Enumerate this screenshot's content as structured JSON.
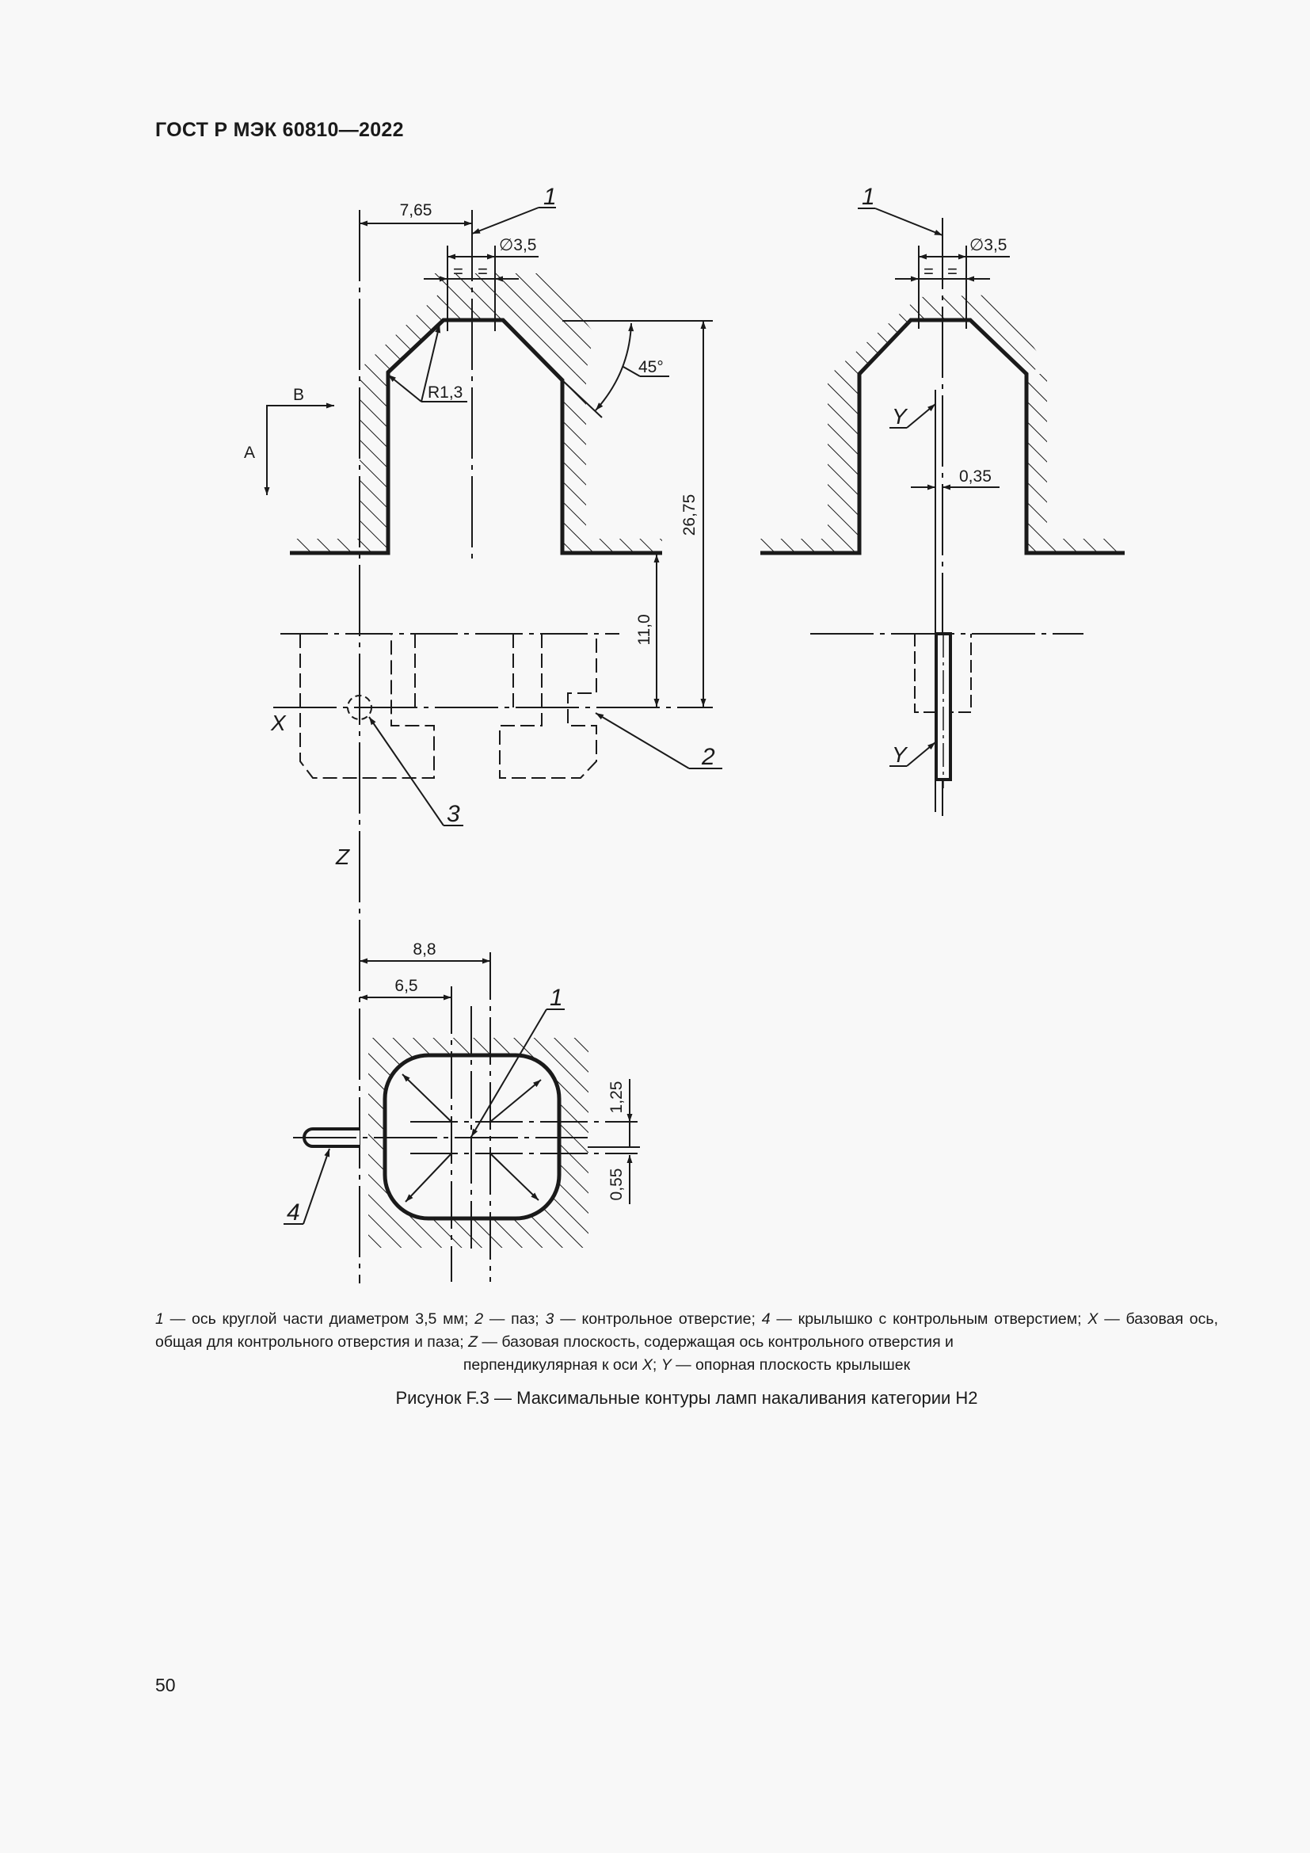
{
  "header": {
    "standard": "ГОСТ Р МЭК 60810—2022"
  },
  "drawing": {
    "view_indicators": {
      "a": "A",
      "b": "B"
    },
    "callouts": {
      "c1": "1",
      "c2": "2",
      "c3": "3",
      "c4": "4"
    },
    "axis_labels": {
      "x": "X",
      "y": "Y",
      "z": "Z"
    },
    "dimensions": {
      "d765": "7,65",
      "dia35": "∅3,5",
      "eq": "=",
      "r13": "R1,3",
      "a45": "45°",
      "d2675": "26,75",
      "d110": "11,0",
      "d035": "0,35",
      "d88": "8,8",
      "d65": "6,5",
      "d125": "1,25",
      "d055": "0,55"
    }
  },
  "legend": {
    "items": [
      {
        "key": "1",
        "text": " — ось круглой части диаметром 3,5 мм; "
      },
      {
        "key": "2",
        "text": " — паз; "
      },
      {
        "key": "3",
        "text": " — контрольное отверстие; "
      },
      {
        "key": "4",
        "text": " — крылышко с контрольным отверстием; "
      },
      {
        "key": "X",
        "text": " — базовая ось, общая для контрольного отверстия и паза; "
      },
      {
        "key": "Z",
        "text": " — базовая плоскость, содержащая ось контрольного отверстия и"
      }
    ],
    "last_line": {
      "pre": "перпендикулярная к оси ",
      "key_x": "X",
      "mid": "; ",
      "key_y": "Y",
      "post": " — опорная плоскость крылышек"
    }
  },
  "caption": "Рисунок F.3 — Максимальные контуры ламп накаливания категории H2",
  "page_number": "50"
}
